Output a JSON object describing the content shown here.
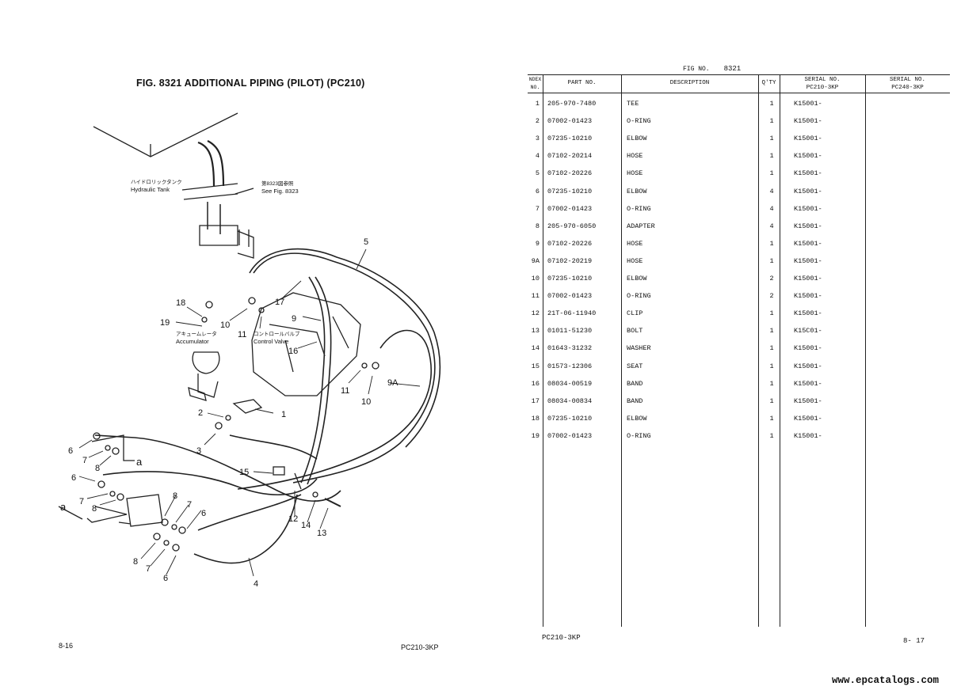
{
  "left_page": {
    "title": "FIG. 8321  ADDITIONAL PIPING (PILOT) (PC210)",
    "page_number": "8-16",
    "model": "PC210-3KP",
    "labels": {
      "hydraulic_tank_jp": "ハイドロリックタンク",
      "hydraulic_tank_en": "Hydraulic  Tank",
      "see_fig_jp": "第8323図参照",
      "see_fig_en": "See  Fig.  8323",
      "accumulator_jp": "アキュームレータ",
      "accumulator_en": "Accumulator",
      "control_valve_jp": "コントロールバルブ",
      "control_valve_en": "Control  Valve"
    },
    "callouts": [
      "5",
      "17",
      "18",
      "19",
      "10",
      "11",
      "9",
      "16",
      "11",
      "10",
      "9A",
      "1",
      "2",
      "3",
      "6",
      "7",
      "8",
      "a",
      "6",
      "7",
      "8",
      "a",
      "15",
      "8",
      "7",
      "6",
      "12",
      "14",
      "13",
      "8",
      "7",
      "6",
      "4"
    ]
  },
  "right_page": {
    "fig_label": "FIG NO.",
    "fig_number": "8321",
    "headers": {
      "index": "NDEX NO.",
      "part_no": "PART NO.",
      "description": "DESCRIPTION",
      "qty": "Q'TY",
      "serial1_title": "SERIAL NO.",
      "serial1_model": "PC210-3KP",
      "serial2_title": "SERIAL NO.",
      "serial2_model": "PC240-3KP"
    },
    "rows": [
      {
        "no": "1",
        "part": "205-970-7480",
        "desc": "TEE",
        "qty": "1",
        "serial": "K15001-"
      },
      {
        "no": "2",
        "part": "07002-01423",
        "desc": "O-RING",
        "qty": "1",
        "serial": "K15001-"
      },
      {
        "no": "3",
        "part": "07235-10210",
        "desc": "ELBOW",
        "qty": "1",
        "serial": "K15001-"
      },
      {
        "no": "4",
        "part": "07102-20214",
        "desc": "HOSE",
        "qty": "1",
        "serial": "K15001-"
      },
      {
        "no": "5",
        "part": "07102-20226",
        "desc": "HOSE",
        "qty": "1",
        "serial": "K15001-"
      },
      {
        "no": "6",
        "part": "07235-10210",
        "desc": "ELBOW",
        "qty": "4",
        "serial": "K15001-"
      },
      {
        "no": "7",
        "part": "07002-01423",
        "desc": "O-RING",
        "qty": "4",
        "serial": "K15001-"
      },
      {
        "no": "8",
        "part": "205-970-6050",
        "desc": "ADAPTER",
        "qty": "4",
        "serial": "K15001-"
      },
      {
        "no": "9",
        "part": "07102-20226",
        "desc": "HOSE",
        "qty": "1",
        "serial": "K15001-"
      },
      {
        "no": "9A",
        "part": "07102-20219",
        "desc": "HOSE",
        "qty": "1",
        "serial": "K15001-"
      },
      {
        "no": "10",
        "part": "07235-10210",
        "desc": "ELBOW",
        "qty": "2",
        "serial": "K15001-"
      },
      {
        "no": "11",
        "part": "07002-01423",
        "desc": "O-RING",
        "qty": "2",
        "serial": "K15001-"
      },
      {
        "no": "12",
        "part": "21T-06-11940",
        "desc": "CLIP",
        "qty": "1",
        "serial": "K15001-"
      },
      {
        "no": "13",
        "part": "01011-51230",
        "desc": "BOLT",
        "qty": "1",
        "serial": "K15C01-"
      },
      {
        "no": "14",
        "part": "01643-31232",
        "desc": "WASHER",
        "qty": "1",
        "serial": "K15001-"
      },
      {
        "no": "15",
        "part": "01573-12306",
        "desc": "SEAT",
        "qty": "1",
        "serial": "K15001-"
      },
      {
        "no": "16",
        "part": "08034-00519",
        "desc": "BAND",
        "qty": "1",
        "serial": "K15001-"
      },
      {
        "no": "17",
        "part": "08034-00834",
        "desc": "BAND",
        "qty": "1",
        "serial": "K15001-"
      },
      {
        "no": "18",
        "part": "07235-10210",
        "desc": "ELBOW",
        "qty": "1",
        "serial": "K15001-"
      },
      {
        "no": "19",
        "part": "07002-01423",
        "desc": "O-RING",
        "qty": "1",
        "serial": "K15001-"
      }
    ],
    "model": "PC210-3KP",
    "page_number": "8- 17"
  },
  "watermark": "www.epcatalogs.com"
}
